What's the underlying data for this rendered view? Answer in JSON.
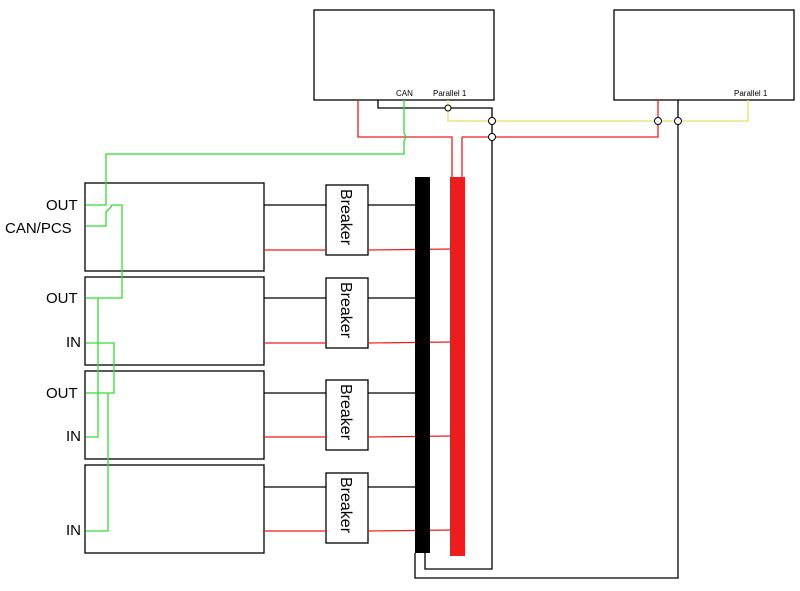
{
  "inverters": [
    {
      "ports": {
        "can": "CAN",
        "parallel": "Parallel 1"
      }
    },
    {
      "ports": {
        "parallel": "Parallel 1"
      }
    }
  ],
  "batteries": [
    {
      "port_labels": {
        "out": "OUT",
        "can_pcs": "CAN/PCS"
      }
    },
    {
      "port_labels": {
        "out": "OUT",
        "in": "IN"
      }
    },
    {
      "port_labels": {
        "out": "OUT",
        "in": "IN"
      }
    },
    {
      "port_labels": {
        "in": "IN"
      }
    }
  ],
  "breakers": [
    "Breaker",
    "Breaker",
    "Breaker",
    "Breaker"
  ],
  "colors": {
    "negative": "#000000",
    "positive": "#ee1c1c",
    "can_line": "#33dd33",
    "parallel_line": "#eedd66"
  }
}
